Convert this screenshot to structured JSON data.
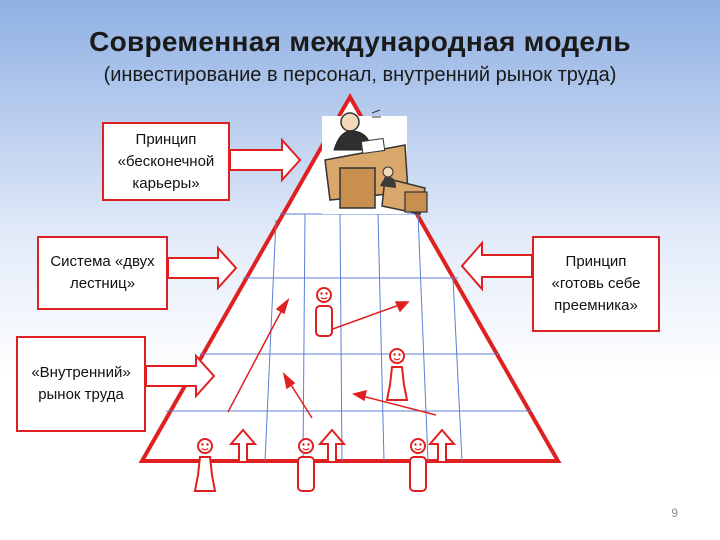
{
  "title": "Современная международная модель",
  "subtitle": "(инвестирование в персонал, внутренний рынок труда)",
  "boxes": {
    "infinite_career": "Принцип «бесконечной карьеры»",
    "dual_ladder": "Система «двух лестниц»",
    "internal_market": "«Внутренний» рынок труда",
    "successor": "Принцип «готовь себе преемника»"
  },
  "page_number": "9",
  "colors": {
    "outline": "#e02020",
    "grid": "#5b7fd6",
    "background_top": "#8fb0e3"
  },
  "icons": [
    "executive-at-desk-clipart",
    "smiley-person-icon",
    "up-arrow-icon"
  ]
}
